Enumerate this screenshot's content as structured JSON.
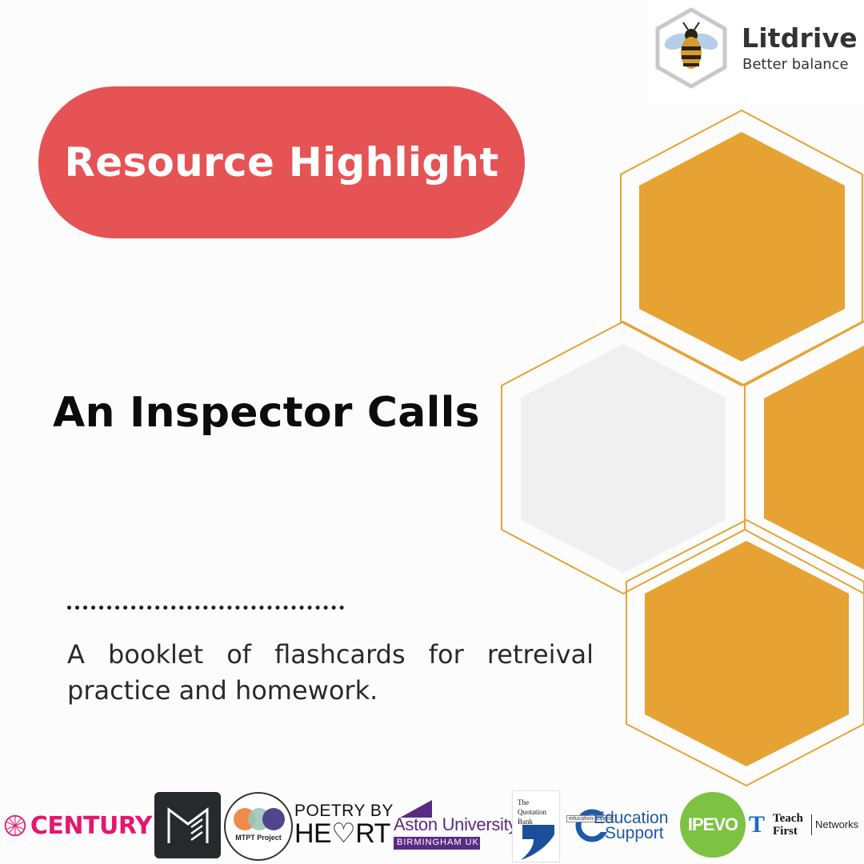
{
  "brand": {
    "name": "Litdrive",
    "tagline": "Better balance",
    "logo_icon": "bee-icon"
  },
  "badge": {
    "label": "Resource Highlight",
    "color": "#e55355"
  },
  "resource": {
    "title": "An Inspector Calls",
    "description": "A booklet of flashcards for retreival practice and homework."
  },
  "colors": {
    "honey": "#e6a334",
    "hex_outline": "#e6a334",
    "grey_cell": "#f0f0f0"
  },
  "partners": {
    "century": "CENTURY",
    "mtpt": "MTPT Project",
    "poetry_top": "POETRY BY",
    "poetry_bottom": "HE♡RT",
    "aston": "Aston University",
    "aston_sub": "BIRMINGHAM UK",
    "quotation_bank": "The Quotation Bank",
    "edu_small": "education-support",
    "edu_line1": "Education",
    "edu_line2": "Support",
    "ipevo": "IPEVO",
    "tf_line1": "Teach",
    "tf_line2": "First",
    "tf_networks": "Networks"
  }
}
